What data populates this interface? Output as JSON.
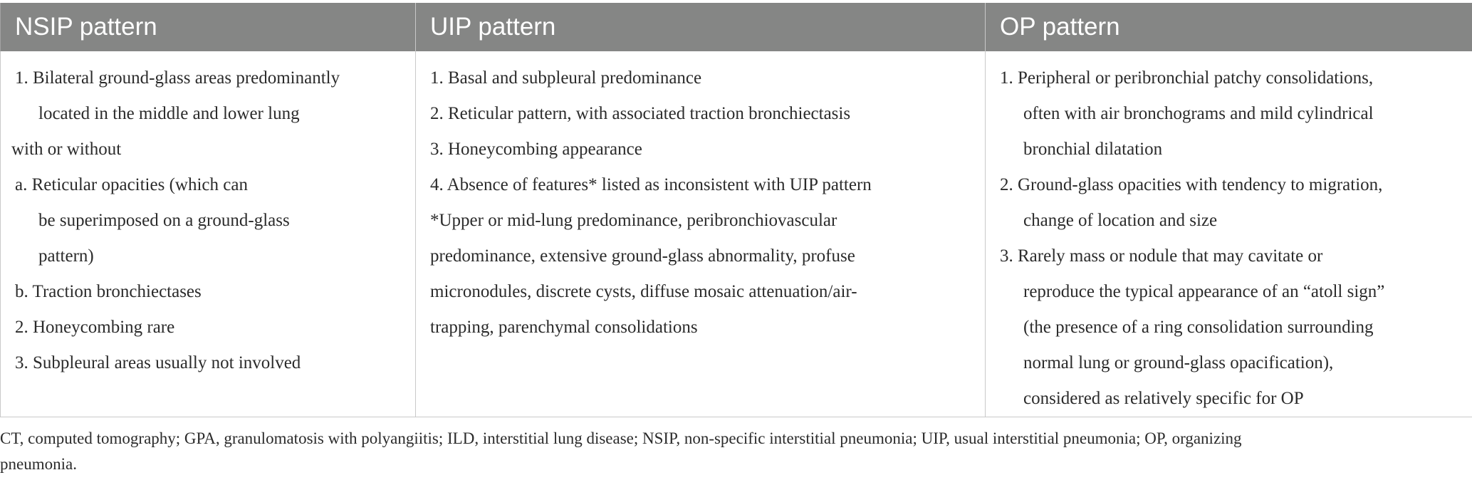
{
  "headers": [
    "NSIP pattern",
    "UIP pattern",
    "OP pattern"
  ],
  "nsip_lines": [
    {
      "text": "1. Bilateral ground-glass areas predominantly",
      "indent": 0
    },
    {
      "text": "located in the middle and lower lung",
      "indent": 1
    },
    {
      "text": "with or without",
      "indent": -1
    },
    {
      "text": "a. Reticular opacities (which can",
      "indent": 0
    },
    {
      "text": "be superimposed on a ground-glass",
      "indent": 1
    },
    {
      "text": "pattern)",
      "indent": 1
    },
    {
      "text": "b. Traction bronchiectases",
      "indent": 0
    },
    {
      "text": "2. Honeycombing rare",
      "indent": 0
    },
    {
      "text": "3. Subpleural areas usually not involved",
      "indent": 0
    }
  ],
  "uip_lines": [
    {
      "text": "1. Basal and subpleural predominance",
      "indent": 0
    },
    {
      "text": "2. Reticular pattern, with associated traction bronchiectasis",
      "indent": 0
    },
    {
      "text": "3. Honeycombing appearance",
      "indent": 0
    },
    {
      "text": "4. Absence of features* listed as inconsistent with UIP pattern",
      "indent": 0
    },
    {
      "text": "*Upper or mid-lung predominance, peribronchiovascular",
      "indent": 0
    },
    {
      "text": "predominance, extensive ground-glass abnormality, profuse",
      "indent": 0
    },
    {
      "text": "micronodules, discrete cysts, diffuse mosaic attenuation/air-",
      "indent": 0
    },
    {
      "text": "trapping, parenchymal consolidations",
      "indent": 0
    }
  ],
  "op_lines": [
    {
      "text": "1. Peripheral or peribronchial patchy consolidations,",
      "indent": 0
    },
    {
      "text": "often with air bronchograms and mild cylindrical",
      "indent": 1
    },
    {
      "text": "bronchial dilatation",
      "indent": 1
    },
    {
      "text": "2. Ground-glass opacities with tendency to migration,",
      "indent": 0
    },
    {
      "text": "change of location and size",
      "indent": 1
    },
    {
      "text": "3. Rarely mass or nodule that may cavitate or",
      "indent": 0
    },
    {
      "text": "reproduce the typical appearance of an “atoll sign”",
      "indent": 1
    },
    {
      "text": "(the presence of a ring consolidation surrounding",
      "indent": 1
    },
    {
      "text": "normal lung or ground-glass opacification),",
      "indent": 1
    },
    {
      "text": "considered as relatively specific for OP",
      "indent": 1
    }
  ],
  "footnote": [
    "CT, computed tomography; GPA, granulomatosis with polyangiitis; ILD, interstitial lung disease; NSIP, non-specific interstitial pneumonia; UIP, usual interstitial pneumonia; OP, organizing",
    "pneumonia."
  ],
  "colors": {
    "header_bg": "#858685",
    "header_text": "#ffffff",
    "border": "#c9c9c9",
    "body_text": "#2b2b2b"
  }
}
